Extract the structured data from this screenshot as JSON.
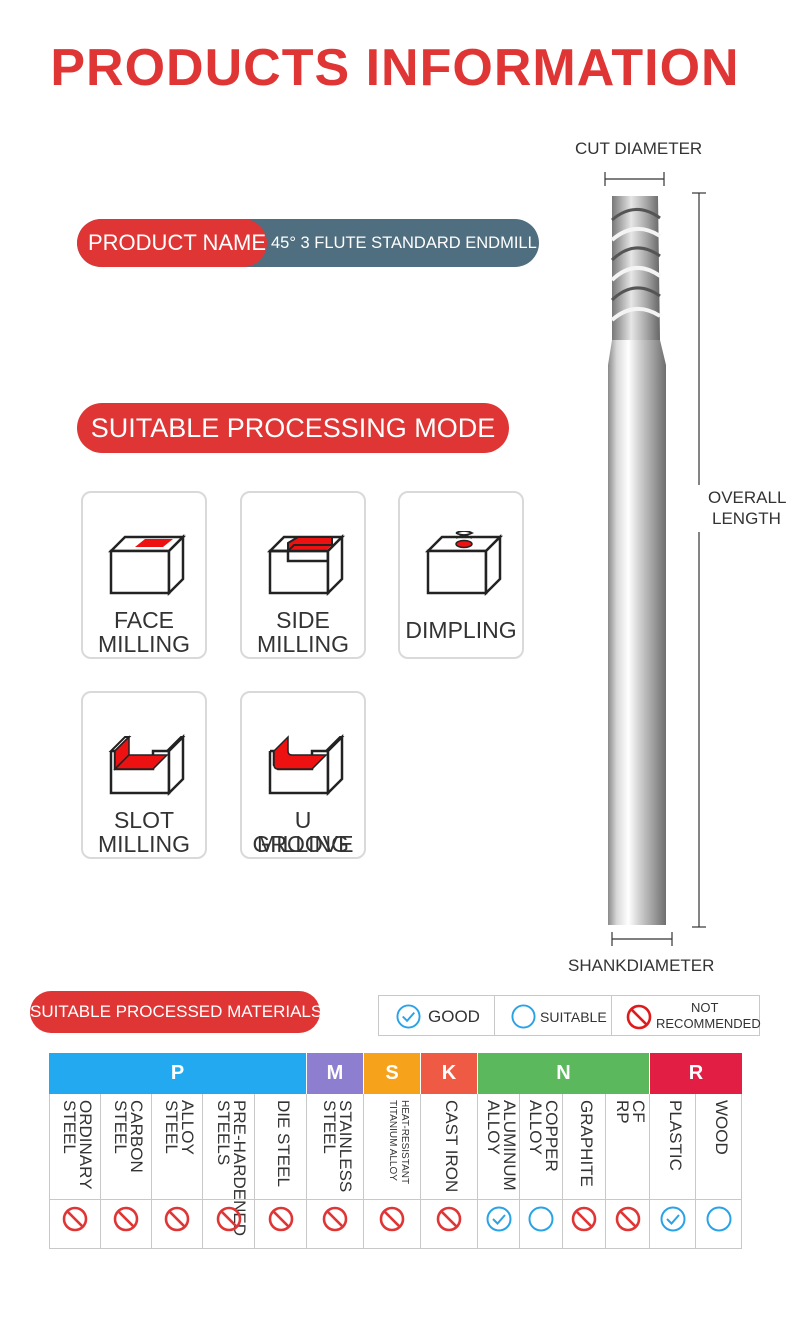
{
  "title": "PRODUCTS INFORMATION",
  "product": {
    "label": "PRODUCT NAME",
    "value": "45° 3 FLUTE STANDARD ENDMILL"
  },
  "mode_heading": "SUITABLE PROCESSING MODE",
  "modes": [
    {
      "line1": "FACE",
      "line2": "MILLING",
      "icon": "face-milling-icon"
    },
    {
      "line1": "SIDE",
      "line2": "MILLING",
      "icon": "side-milling-icon"
    },
    {
      "line1": "DIMPLING",
      "line2": "",
      "icon": "dimpling-icon"
    },
    {
      "line1": "SLOT",
      "line2": "MILLING",
      "icon": "slot-milling-icon"
    },
    {
      "line1": "U GROOVE",
      "line2": "MILLING",
      "icon": "u-groove-milling-icon"
    }
  ],
  "tool": {
    "cut_diameter": "CUT DIAMETER",
    "overall_length_1": "OVERALL",
    "overall_length_2": "LENGTH",
    "shank_diameter": "SHANKDIAMETER"
  },
  "materials_heading": "SUITABLE PROCESSED MATERIALS",
  "legend": {
    "good": "GOOD",
    "suitable": "SUITABLE",
    "not_rec_1": "NOT",
    "not_rec_2": "RECOMMENDED"
  },
  "colors": {
    "accent": "#e03535",
    "blue": "#2aa3e6",
    "grp_P": "#22a9f0",
    "grp_M": "#8d7ed0",
    "grp_S": "#f7a21b",
    "grp_K": "#ef5a44",
    "grp_N": "#5cb85c",
    "grp_R": "#e21e45"
  },
  "groups": [
    {
      "name": "P"
    },
    {
      "name": "M"
    },
    {
      "name": "S"
    },
    {
      "name": "K"
    },
    {
      "name": "N"
    },
    {
      "name": "R"
    }
  ],
  "materials": [
    {
      "l1": "ORDINARY",
      "l2": "STEEL",
      "rating": "not"
    },
    {
      "l1": "CARBON",
      "l2": "STEEL",
      "rating": "not"
    },
    {
      "l1": "ALLOY",
      "l2": "STEEL",
      "rating": "not"
    },
    {
      "l1": "PRE-HARDENED",
      "l2": "STEELS",
      "rating": "not"
    },
    {
      "l1": "DIE STEEL",
      "l2": "",
      "rating": "not"
    },
    {
      "l1": "STAINLESS",
      "l2": "STEEL",
      "rating": "not"
    },
    {
      "l1": "HEAT-RESISTANT",
      "l2": "TITANIUM ALLOY",
      "rating": "not"
    },
    {
      "l1": "CAST IRON",
      "l2": "",
      "rating": "not"
    },
    {
      "l1": "ALUMINUM",
      "l2": "ALLOY",
      "rating": "good"
    },
    {
      "l1": "COPPER",
      "l2": "ALLOY",
      "rating": "suitable"
    },
    {
      "l1": "GRAPHITE",
      "l2": "",
      "rating": "not"
    },
    {
      "l1": "CF",
      "l2": "RP",
      "rating": "not"
    },
    {
      "l1": "PLASTIC",
      "l2": "",
      "rating": "good"
    },
    {
      "l1": "WOOD",
      "l2": "",
      "rating": "suitable"
    }
  ]
}
